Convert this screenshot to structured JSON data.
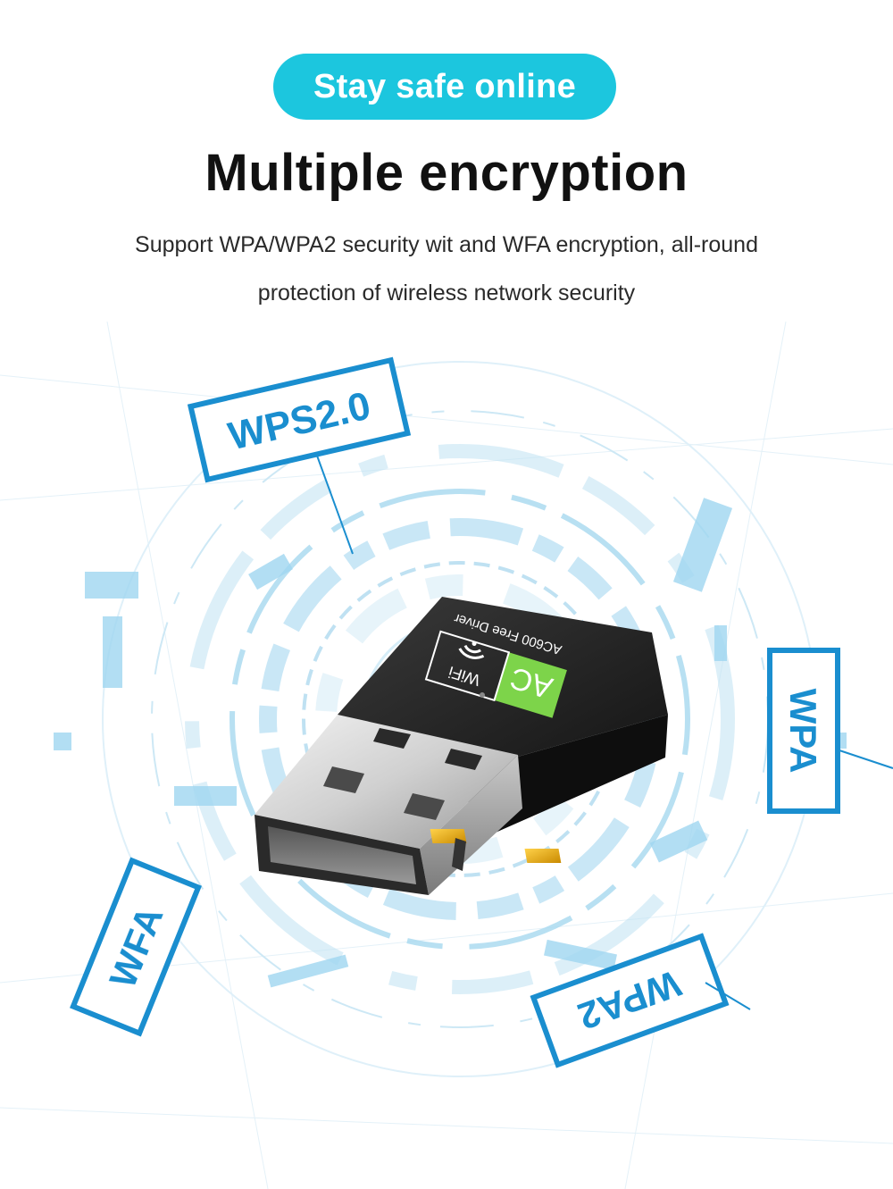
{
  "badge": {
    "label": "Stay safe online",
    "color": "#1cc6de"
  },
  "headline": "Multiple encryption",
  "description": {
    "line1": "Support WPA/WPA2 security wit and WFA encryption, all-round",
    "line2": "protection of wireless network security"
  },
  "features": {
    "wps": "WPS2.0",
    "wpa": "WPA",
    "wfa": "WFA",
    "wpa2": "WPA2"
  },
  "device": {
    "badge_text": "AC",
    "wifi_text": "WiFi",
    "model_text": "AC600 Free Driver",
    "wifi_icon": "wifi-icon"
  },
  "colors": {
    "accent_blue": "#1a8ecf",
    "ring_blue": "#7cc8ea",
    "badge_green": "#7dd44a",
    "device_black": "#1b1b1b"
  }
}
